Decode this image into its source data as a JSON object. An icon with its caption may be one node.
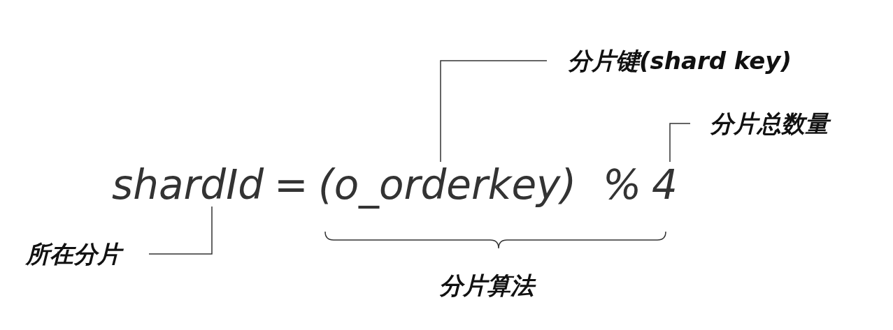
{
  "diagram": {
    "nodes": [
      {
        "text": [
          "所在分片"
        ]
      },
      {
        "text": [
          "分片键(shard key)"
        ]
      },
      {
        "text": [
          "分片总数量"
        ]
      },
      {
        "text": [
          "shardId"
        ]
      },
      {
        "text": [
          "(o_orderkey)"
        ]
      },
      {
        "text": [
          "4"
        ]
      }
    ],
    "edges": [
      {
        "from": 0,
        "to": 3,
        "arrow": "none"
      },
      {
        "from": 1,
        "to": 4,
        "arrow": "none"
      },
      {
        "from": 2,
        "to": 5,
        "arrow": "none"
      }
    ],
    "labels": [
      "=",
      "%",
      "分片算法"
    ]
  }
}
